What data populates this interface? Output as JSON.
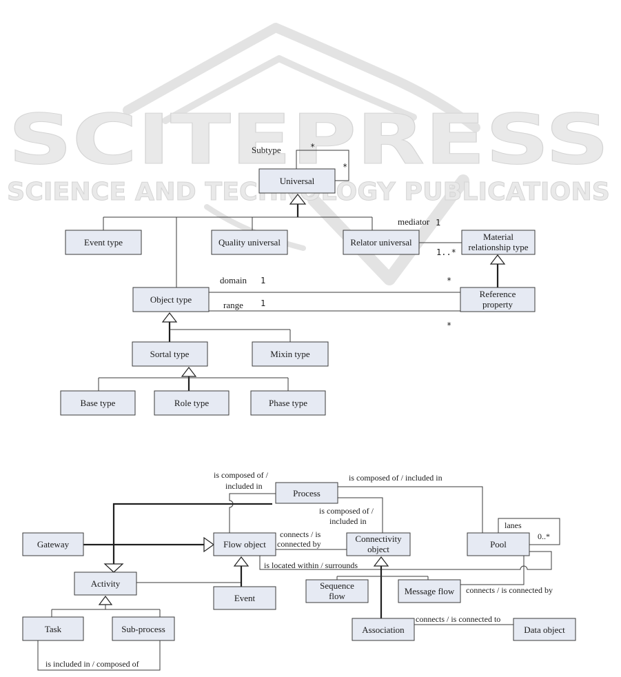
{
  "watermark": {
    "title": "SCITEPRESS",
    "subtitle": "SCIENCE AND TECHNOLOGY PUBLICATIONS"
  },
  "diagram1": {
    "classes": {
      "universal": "Universal",
      "event_type": "Event type",
      "quality_universal": "Quality universal",
      "relator_universal": "Relator universal",
      "material_relationship_type": [
        "Material",
        "relationship type"
      ],
      "object_type": "Object type",
      "reference_property": [
        "Reference",
        "property"
      ],
      "sortal_type": "Sortal type",
      "mixin_type": "Mixin type",
      "base_type": "Base type",
      "role_type": "Role type",
      "phase_type": "Phase type"
    },
    "labels": {
      "subtype": "Subtype",
      "subtype_mult_top": "*",
      "subtype_mult_right": "*",
      "mediator": "mediator",
      "mediator_mult": "1",
      "relator_mult": "1..*",
      "domain": "domain",
      "domain_mult": "1",
      "domain_ref_mult": "*",
      "range": "range",
      "range_mult": "1",
      "range_ref_mult": "*"
    }
  },
  "diagram2": {
    "classes": {
      "process": "Process",
      "gateway": "Gateway",
      "flow_object": "Flow object",
      "connectivity_object": [
        "Connectivity",
        "object"
      ],
      "pool": "Pool",
      "activity": "Activity",
      "event": "Event",
      "sequence_flow": [
        "Sequence",
        "flow"
      ],
      "message_flow": "Message flow",
      "task": "Task",
      "sub_process": "Sub-process",
      "association": "Association",
      "data_object": "Data object"
    },
    "labels": {
      "process_flow_composed": [
        "is composed of /",
        "included in"
      ],
      "process_pool_composed": "is composed of / included in",
      "process_connectivity_composed": [
        "is composed of /",
        "included in"
      ],
      "flow_connectivity": [
        "connects / is",
        "connected by"
      ],
      "lanes": "lanes",
      "lanes_mult": "0..*",
      "located_within": "is located within / surrounds",
      "message_flow_connects": "connects / is connected by",
      "association_connects": "connects / is connected to",
      "task_subprocess": "is included in / composed of"
    }
  }
}
